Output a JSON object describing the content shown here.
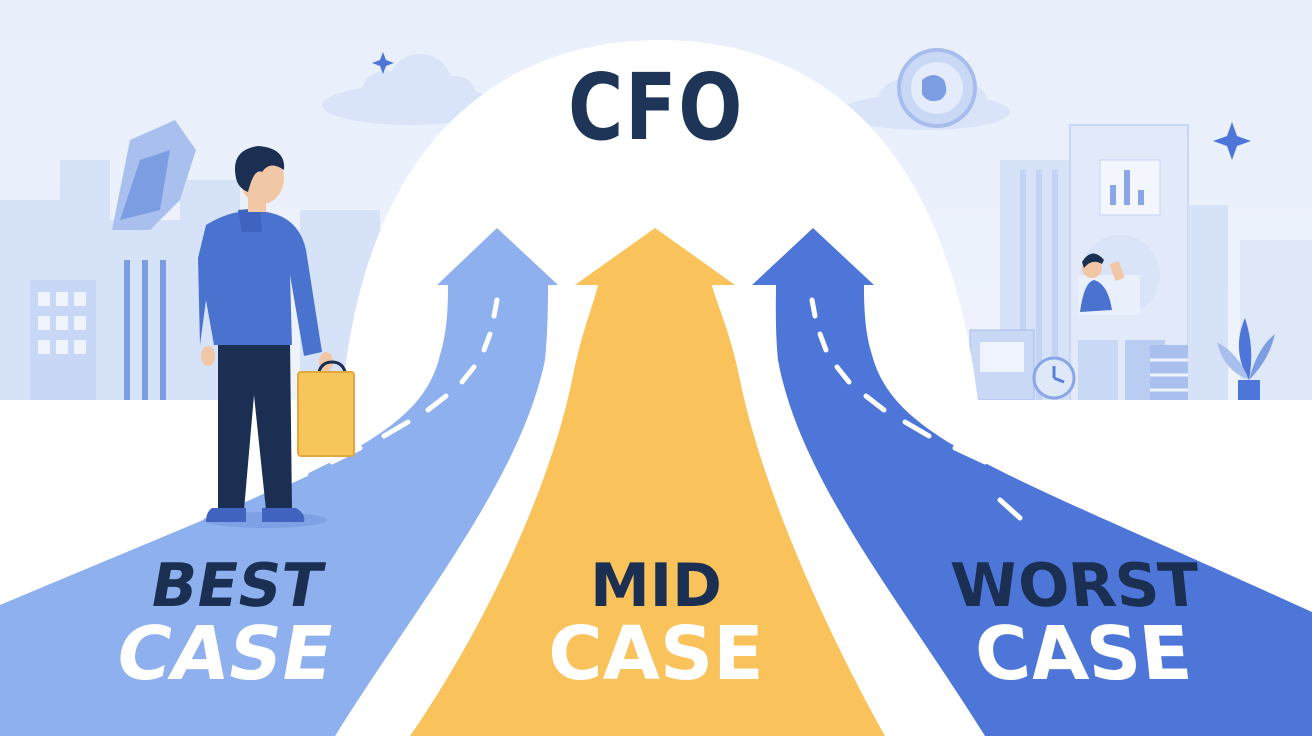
{
  "title": "CFO",
  "paths": [
    {
      "line1": "BEST",
      "line2": "CASE"
    },
    {
      "line1": "MID",
      "line2": "CASE"
    },
    {
      "line1": "WORST",
      "line2": "CASE"
    }
  ],
  "colors": {
    "background": "#eef3fc",
    "best_road": "#8eb0ee",
    "mid_road": "#f9c25b",
    "worst_road": "#4d76d8",
    "title_text": "#1e3557",
    "figure_suit": "#4a72cf",
    "briefcase": "#f7c65a"
  },
  "icons": [
    "businessman-figure",
    "briefcase-icon",
    "cloud-icon",
    "sparkle-icon",
    "globe-icon",
    "person-in-window",
    "skyline"
  ]
}
